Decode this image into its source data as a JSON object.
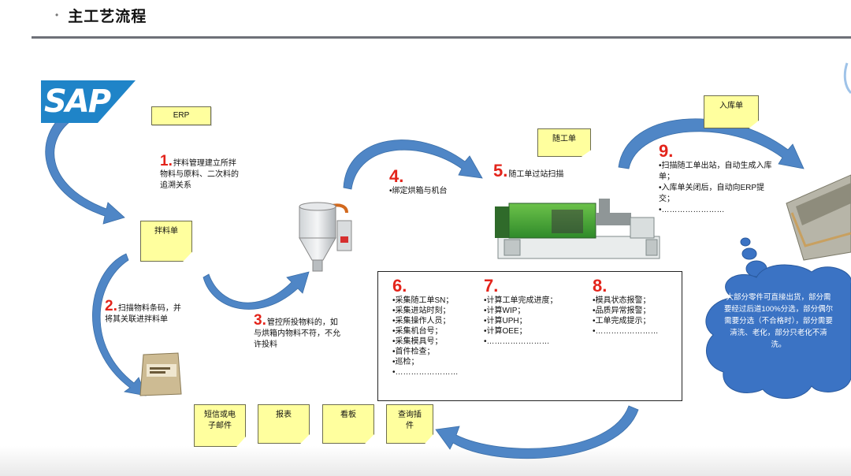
{
  "header": {
    "bullet": "•",
    "title": "主工艺流程"
  },
  "notes": {
    "erp": "ERP",
    "batch_sheet": "拌料单",
    "route_sheet": "随工单",
    "warehouse_sheet": "入库单",
    "sms": "短信或电子邮件",
    "report": "报表",
    "board": "看板",
    "query_plugin": "查询插件"
  },
  "logo": {
    "text": "SAP",
    "color": "#1f84c8"
  },
  "steps": {
    "s1": {
      "num": "1.",
      "text": "拌料管理建立所拌物料与原料、二次料的追溯关系"
    },
    "s2": {
      "num": "2.",
      "text": "扫描物料条码，并将其关联进拌料单"
    },
    "s3": {
      "num": "3.",
      "text": "管控所投物料的，如与烘箱内物料不符，不允许投料"
    },
    "s4": {
      "num": "4.",
      "text": "•绑定烘箱与机台"
    },
    "s5": {
      "num": "5.",
      "text": "随工单过站扫描"
    },
    "s9": {
      "num": "9.",
      "lines": [
        "•扫描随工单出站，自动生成入库单；",
        "•入库单关闭后，自动向ERP提交；",
        "•……………………"
      ]
    }
  },
  "data_box": {
    "col6": {
      "num": "6.",
      "lines": [
        "•采集随工单SN；",
        "•采集进站时刻；",
        "•采集操作人员；",
        "•采集机台号；",
        "•采集模具号；",
        "•首件检查；",
        "•巡检；",
        "•……………………"
      ]
    },
    "col7": {
      "num": "7.",
      "lines": [
        "•计算工单完成进度；",
        "•计算WIP；",
        "•计算UPH；",
        "•计算OEE；",
        "•……………………"
      ]
    },
    "col8": {
      "num": "8.",
      "lines": [
        "•模具状态报警；",
        "•品质异常报警；",
        "•工单完成提示；",
        "•……………………"
      ]
    }
  },
  "cloud": {
    "text": "大部分零件可直接出货，部分需要经过后道100%分选，部分偶尔需要分选（不合格时），部分需要清洗、老化，部分只老化不清洗。"
  },
  "colors": {
    "arrow": "#4f86c6",
    "note": "#ffff9e",
    "cloud": "#3b73c4",
    "step_number": "#e3241b"
  }
}
